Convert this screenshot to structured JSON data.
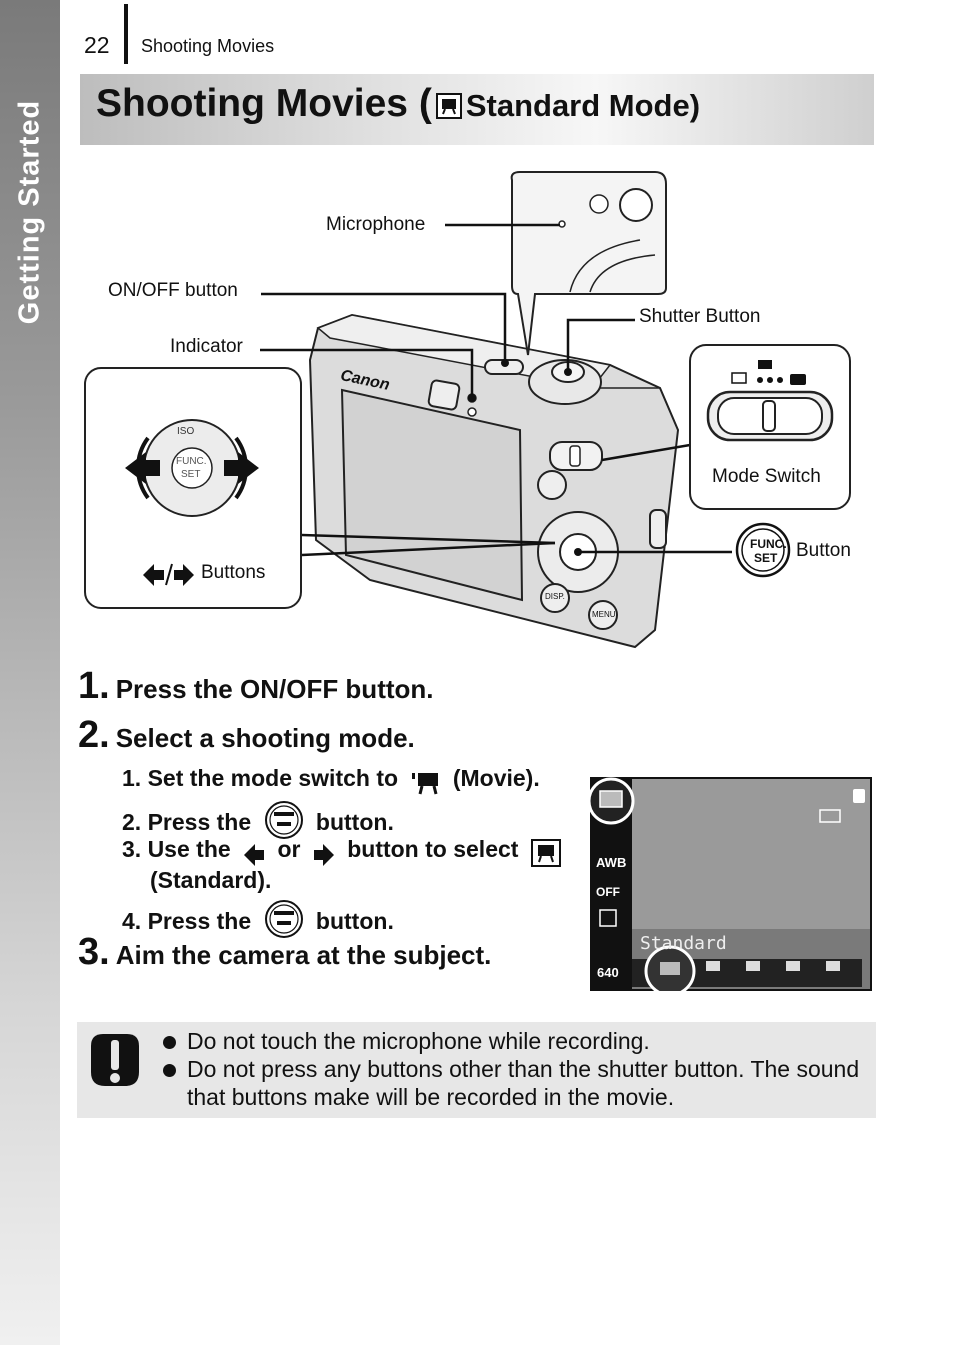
{
  "sidebar": {
    "section": "Getting Started"
  },
  "header": {
    "page_number": "22",
    "running_title": "Shooting Movies"
  },
  "title": {
    "main": "Shooting Movies (",
    "sub": "Standard Mode)",
    "icon": "movie-standard-icon"
  },
  "figure": {
    "labels": {
      "microphone": "Microphone",
      "on_off": "ON/OFF button",
      "indicator": "Indicator",
      "shutter": "Shutter Button",
      "mode_switch": "Mode Switch",
      "func_button": "Button",
      "arrow_buttons": "Buttons"
    },
    "brand": "Canon",
    "dial_top": "ISO",
    "func": "FUNC.",
    "set": "SET",
    "disp": "DISP.",
    "menu": "MENU"
  },
  "steps": [
    {
      "number": "1.",
      "text": "Press the ON/OFF button."
    },
    {
      "number": "2.",
      "text": "Select a shooting mode."
    },
    {
      "number": "3.",
      "text": "Aim the camera at the subject."
    }
  ],
  "sub_steps": {
    "s1_a": "1. Set the mode switch to",
    "s1_b": "(Movie).",
    "s2_a": "2. Press the",
    "s2_b": "button.",
    "s3_a": "3. Use the",
    "s3_or": "or",
    "s3_b": "button to select",
    "s3_c": "(Standard).",
    "s4_a": "4. Press the",
    "s4_b": "button."
  },
  "screen": {
    "mode_label": "Standard",
    "awb": "AWB",
    "size": "640",
    "flash": "OFF"
  },
  "caution": {
    "icon": "caution-icon",
    "items": [
      "Do not touch the microphone while recording.",
      "Do not press any buttons other than the shutter button. The sound that buttons make will be recorded in the movie."
    ]
  },
  "colors": {
    "screen_bg": "#9a9a9a",
    "screen_dark": "#111111",
    "caution_bg": "#e7e7e7"
  }
}
